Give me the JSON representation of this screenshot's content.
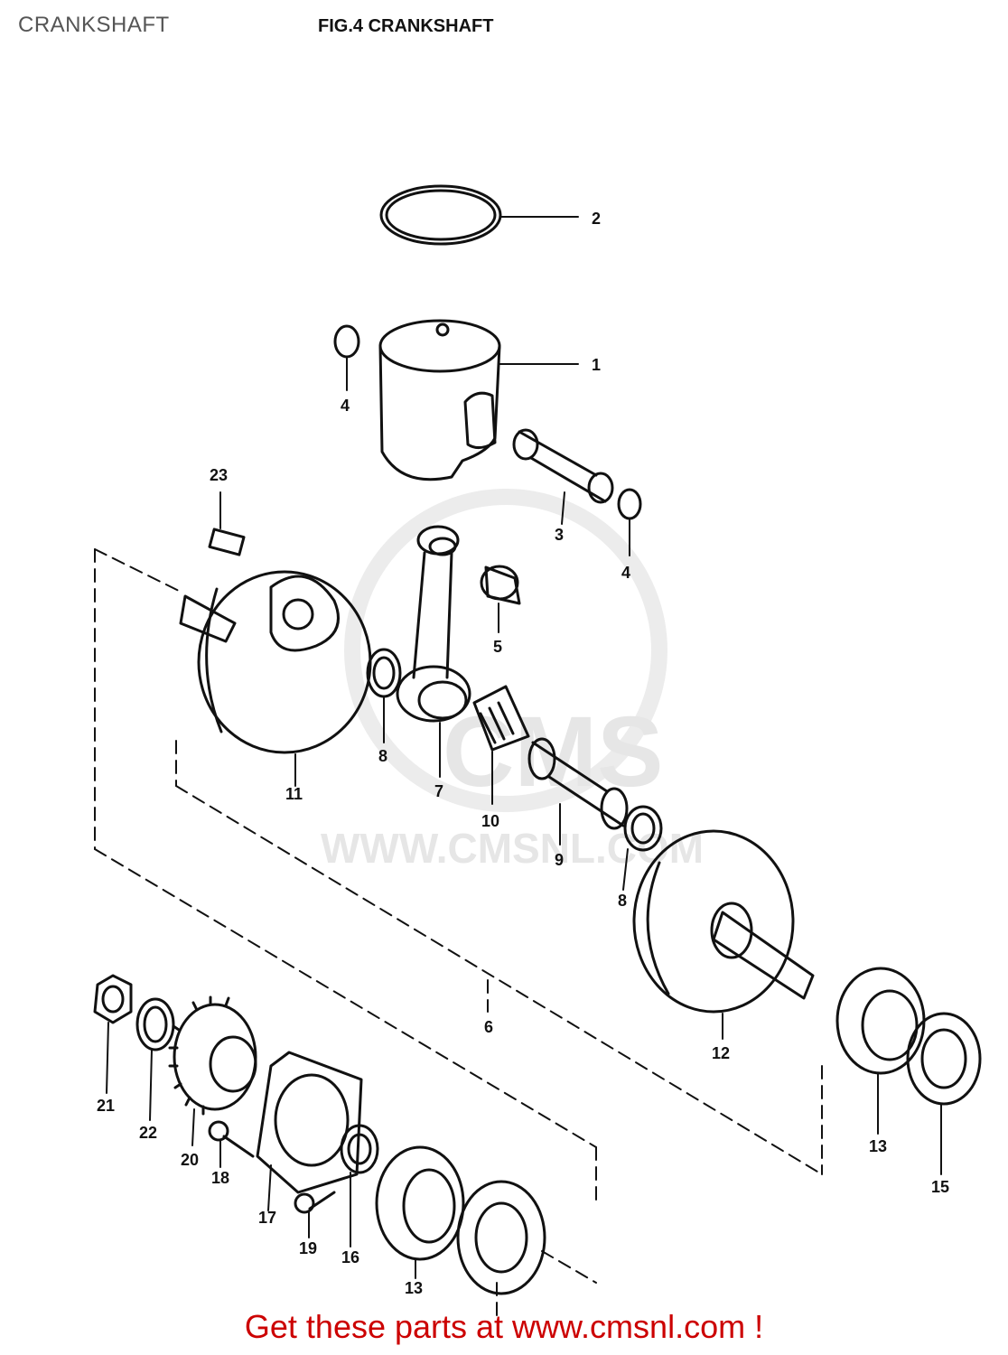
{
  "header": {
    "page_title": "CRANKSHAFT",
    "figure_title": "FIG.4   CRANKSHAFT"
  },
  "watermark": {
    "logo_text": "CMS",
    "site_text": "WWW.CMSNL.COM"
  },
  "callouts": [
    "1",
    "2",
    "3",
    "4",
    "4",
    "5",
    "6",
    "7",
    "8",
    "8",
    "9",
    "10",
    "11",
    "12",
    "13",
    "13",
    "15",
    "16",
    "17",
    "18",
    "19",
    "20",
    "21",
    "22",
    "23"
  ],
  "footer": {
    "link_text": "Get these parts at www.cmsnl.com !"
  },
  "colors": {
    "footer_link": "#cc0000",
    "line_art": "#111111",
    "watermark": "#e6e6e6"
  }
}
